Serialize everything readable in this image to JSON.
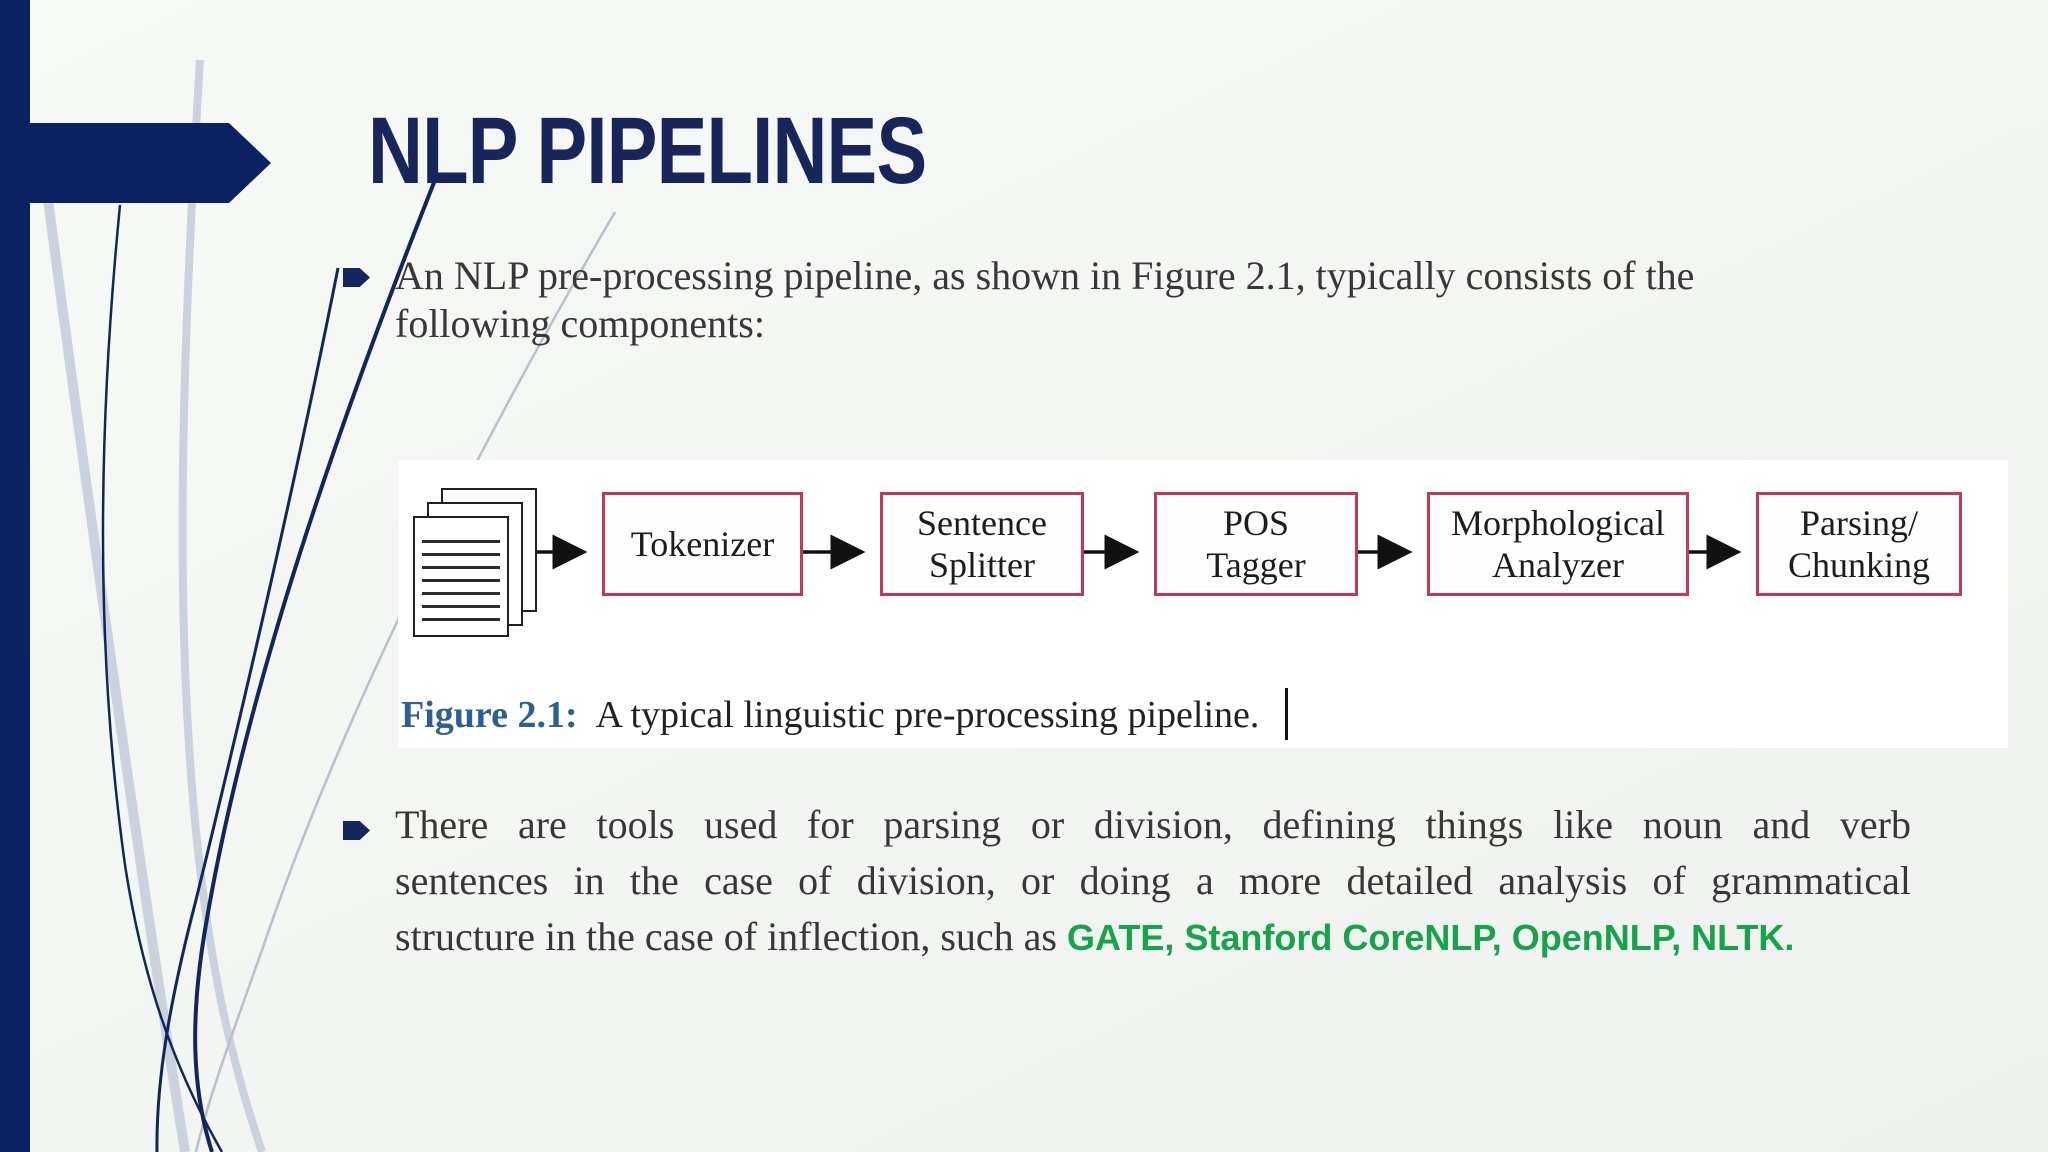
{
  "slide": {
    "title": "NLP PIPELINES",
    "bullet1": {
      "lines": [
        "An NLP pre-processing pipeline, as shown in Figure 2.1, typically consists of the",
        "following components:"
      ]
    },
    "figure": {
      "caption_label": "Figure 2.1:",
      "caption_text": "A typical linguistic pre-processing pipeline.",
      "source_icon": "document-stack-icon",
      "boxes": [
        {
          "label": "Tokenizer"
        },
        {
          "label": "Sentence Splitter"
        },
        {
          "label": "POS Tagger"
        },
        {
          "label": "Morphological Analyzer"
        },
        {
          "label": "Parsing/ Chunking"
        }
      ]
    },
    "bullet2": {
      "lines": [
        "There are tools used for parsing or division, defining things like noun and verb",
        "sentences in the case of division, or doing a more detailed analysis of grammatical"
      ],
      "line3_prefix": "structure in the case of inflection, such as ",
      "line3_highlight": "GATE, Stanford CoreNLP, OpenNLP, NLTK."
    },
    "colors": {
      "navy_accent": "#0c2162",
      "title_navy": "#17255a",
      "box_border_red": "#c13a52",
      "caption_blue": "#2d5f94",
      "highlight_green": "#17a34a",
      "body_text": "#373737",
      "swoosh_gray": "#ccd1de"
    }
  }
}
